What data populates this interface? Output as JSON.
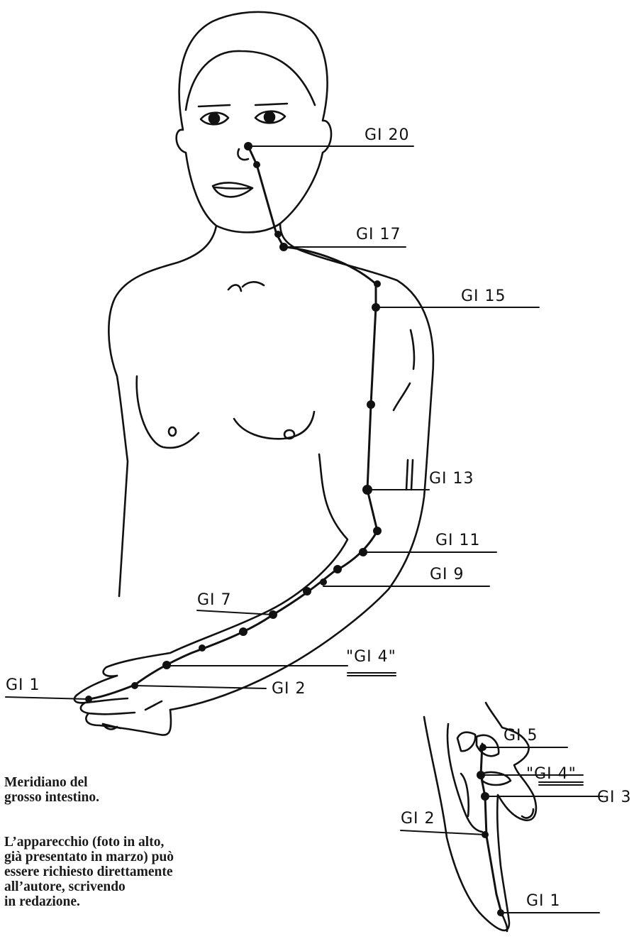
{
  "title": "Meridiano del grosso intestino",
  "caption": {
    "title_lines": [
      "Meridiano del",
      "grosso intestino."
    ],
    "body_lines": [
      "L’apparecchio (foto in alto,",
      "già presentato in marzo) può",
      "essere richiesto direttamente",
      "all’autore, scrivendo",
      "in redazione."
    ]
  },
  "body_points": [
    {
      "id": "gi20",
      "label": "GI 20"
    },
    {
      "id": "gi17",
      "label": "GI 17"
    },
    {
      "id": "gi15",
      "label": "GI 15"
    },
    {
      "id": "gi13",
      "label": "GI 13"
    },
    {
      "id": "gi11",
      "label": "GI 11"
    },
    {
      "id": "gi9",
      "label": "GI 9"
    },
    {
      "id": "gi7",
      "label": "GI 7"
    },
    {
      "id": "gi4",
      "label": "\"GI 4\""
    },
    {
      "id": "gi2",
      "label": "GI 2"
    },
    {
      "id": "gi1",
      "label": "GI 1"
    }
  ],
  "hand_points": [
    {
      "id": "gi5",
      "label": "GI 5"
    },
    {
      "id": "gi4",
      "label": "\"GI 4\""
    },
    {
      "id": "gi3",
      "label": "GI 3"
    },
    {
      "id": "gi2",
      "label": "GI 2"
    },
    {
      "id": "gi1",
      "label": "GI 1"
    }
  ],
  "colors": {
    "ink": "#111111",
    "background": "#ffffff"
  }
}
